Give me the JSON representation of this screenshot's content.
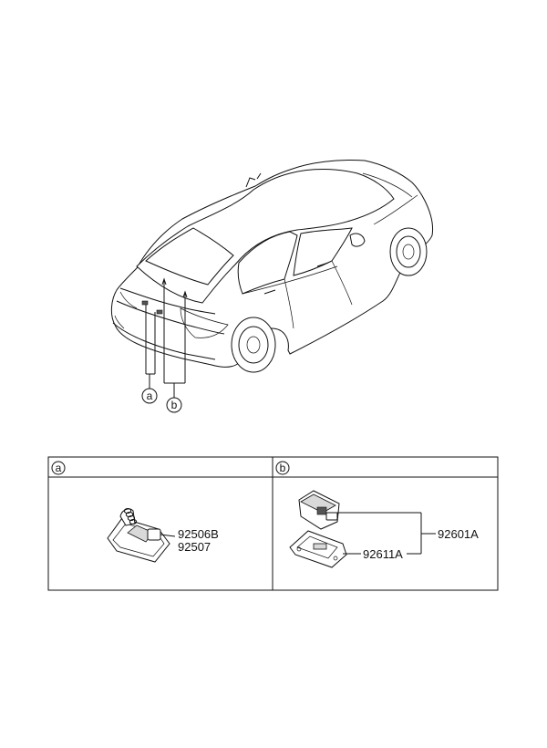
{
  "callouts": {
    "a": "a",
    "b": "b"
  },
  "panel_a": {
    "header_letter": "a",
    "part_numbers": [
      "92506B",
      "92507"
    ]
  },
  "panel_b": {
    "header_letter": "b",
    "part_assembly": "92601A",
    "part_lens": "92611A"
  }
}
